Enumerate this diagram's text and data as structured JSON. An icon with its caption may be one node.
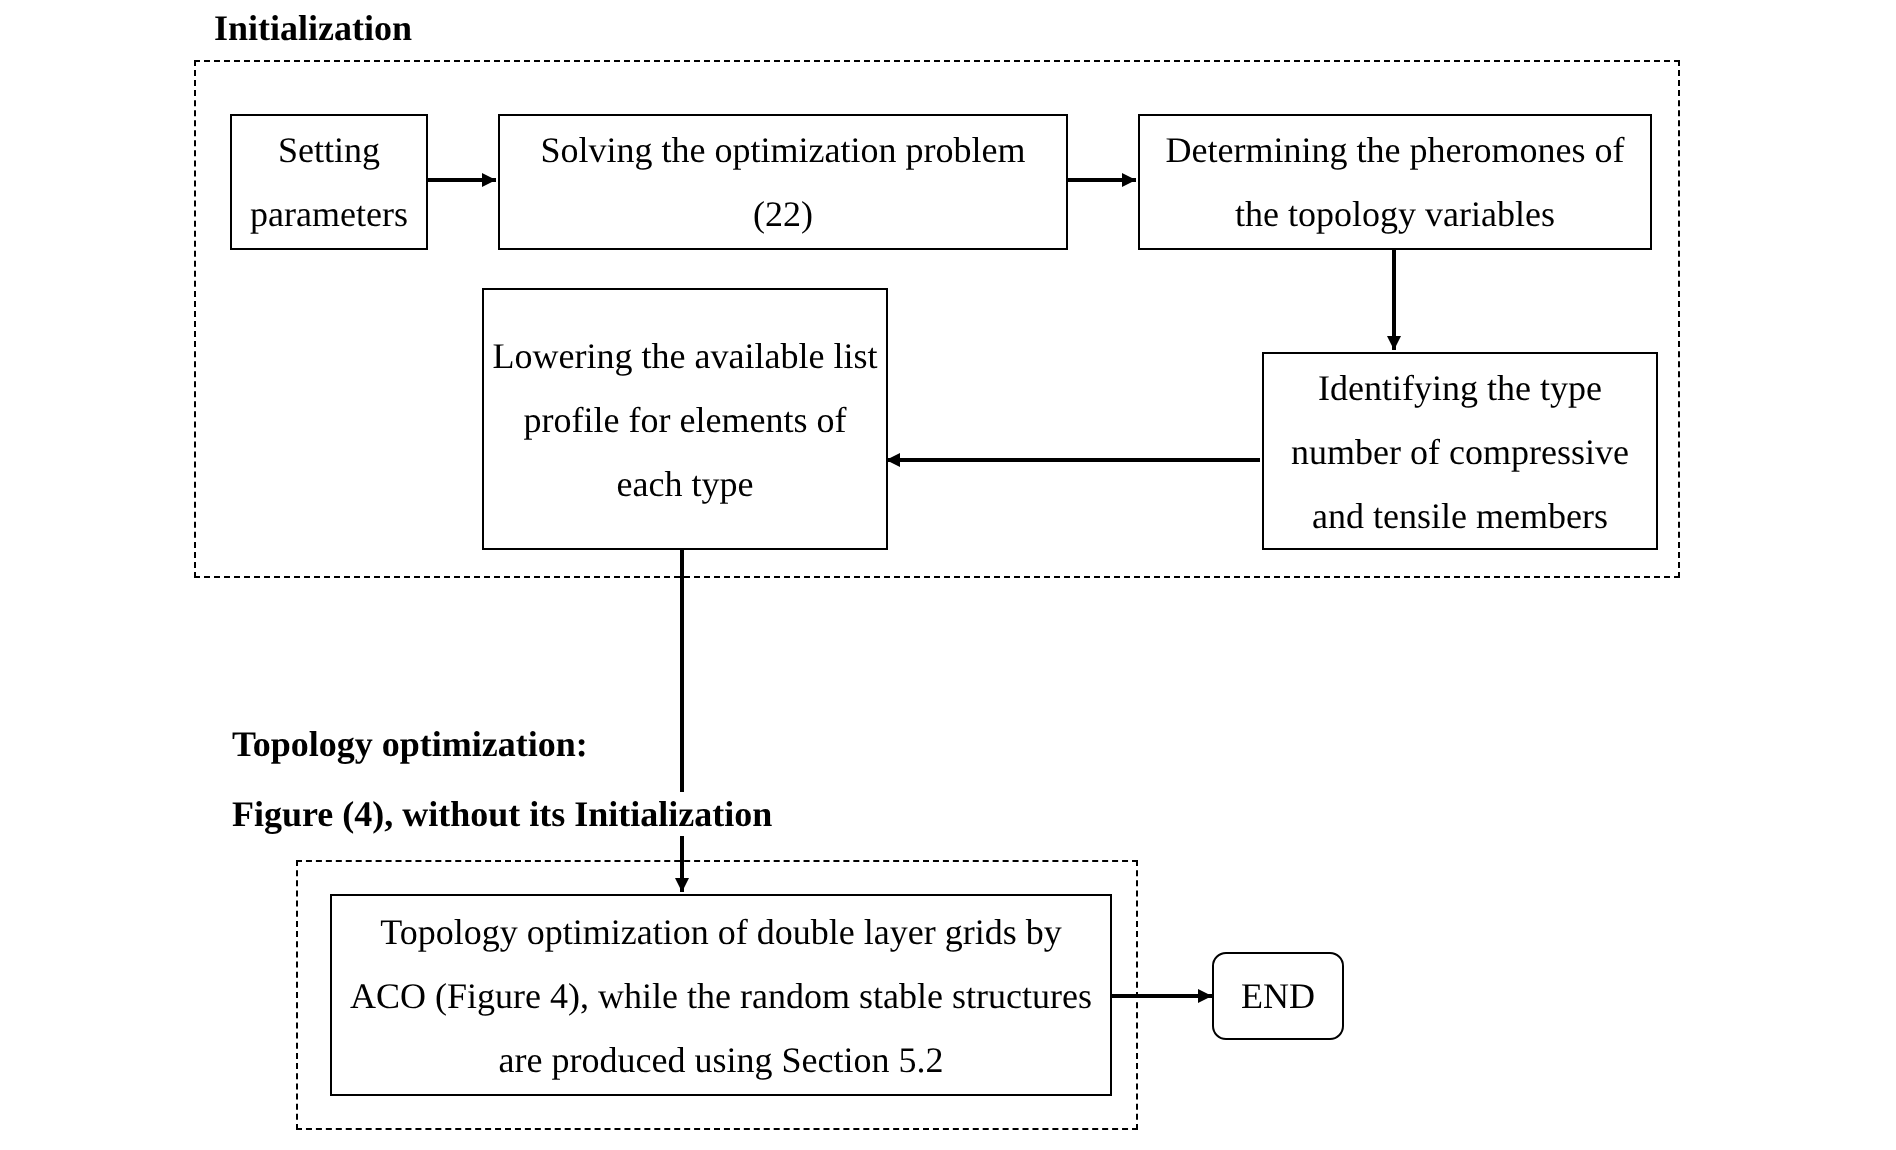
{
  "diagram": {
    "nodes": [
      {
        "text": [
          "Initialization"
        ]
      },
      {
        "text": [
          "Setting parameters"
        ],
        "in": 0
      },
      {
        "text": [
          "Solving the optimization problem (22)"
        ],
        "in": 0
      },
      {
        "text": [
          "Determining the pheromones of the topology variables"
        ],
        "in": 0
      },
      {
        "text": [
          "Identifying the type number of compressive and tensile members"
        ],
        "in": 0
      },
      {
        "text": [
          "Lowering the available list profile for elements of each type"
        ],
        "in": 0
      },
      {
        "text": [
          "Topology optimization:",
          "Figure (4), without its Initialization"
        ]
      },
      {
        "text": [
          "Topology optimization of double layer grids by ACO (Figure 4), while the random stable structures are produced using Section 5.2"
        ],
        "in": 6
      },
      {
        "text": [
          "END"
        ]
      }
    ],
    "edges": [
      {
        "from": 1,
        "to": 2,
        "arrow": "to"
      },
      {
        "from": 2,
        "to": 3,
        "arrow": "to"
      },
      {
        "from": 3,
        "to": 4,
        "arrow": "to"
      },
      {
        "from": 4,
        "to": 5,
        "arrow": "to"
      },
      {
        "from": 5,
        "to": 7,
        "arrow": "to"
      },
      {
        "from": 7,
        "to": 8,
        "arrow": "to"
      }
    ]
  }
}
